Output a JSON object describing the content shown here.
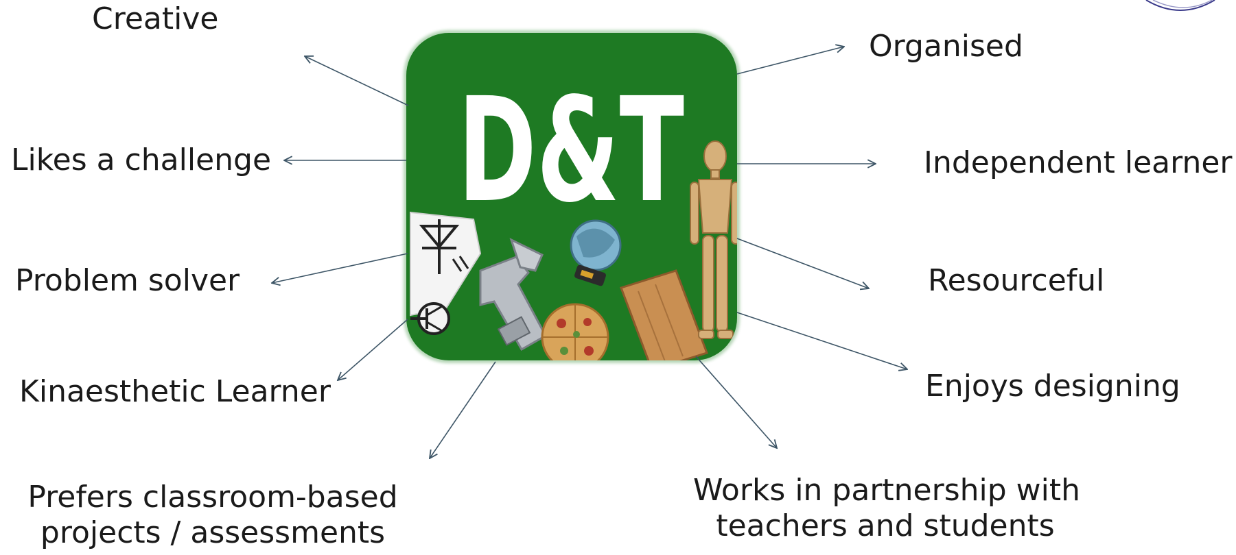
{
  "center_logo": {
    "title": "D&T",
    "background_color": "#1e7a23",
    "text_color": "#ffffff"
  },
  "traits": {
    "creative": "Creative",
    "organised": "Organised",
    "likes_challenge": "Likes a challenge",
    "independent_learner": "Independent learner",
    "problem_solver": "Problem solver",
    "resourceful": "Resourceful",
    "kinaesthetic_learner": "Kinaesthetic Learner",
    "enjoys_designing": "Enjoys designing",
    "prefers_classroom": {
      "line1": "Prefers classroom-based",
      "line2": "projects / assessments"
    },
    "works_in_partnership": {
      "line1": "Works in partnership with",
      "line2": "teachers and students"
    }
  },
  "colors": {
    "arrow": "#3d5566",
    "text": "#1a1a1a",
    "logo_green": "#1e7a23"
  }
}
